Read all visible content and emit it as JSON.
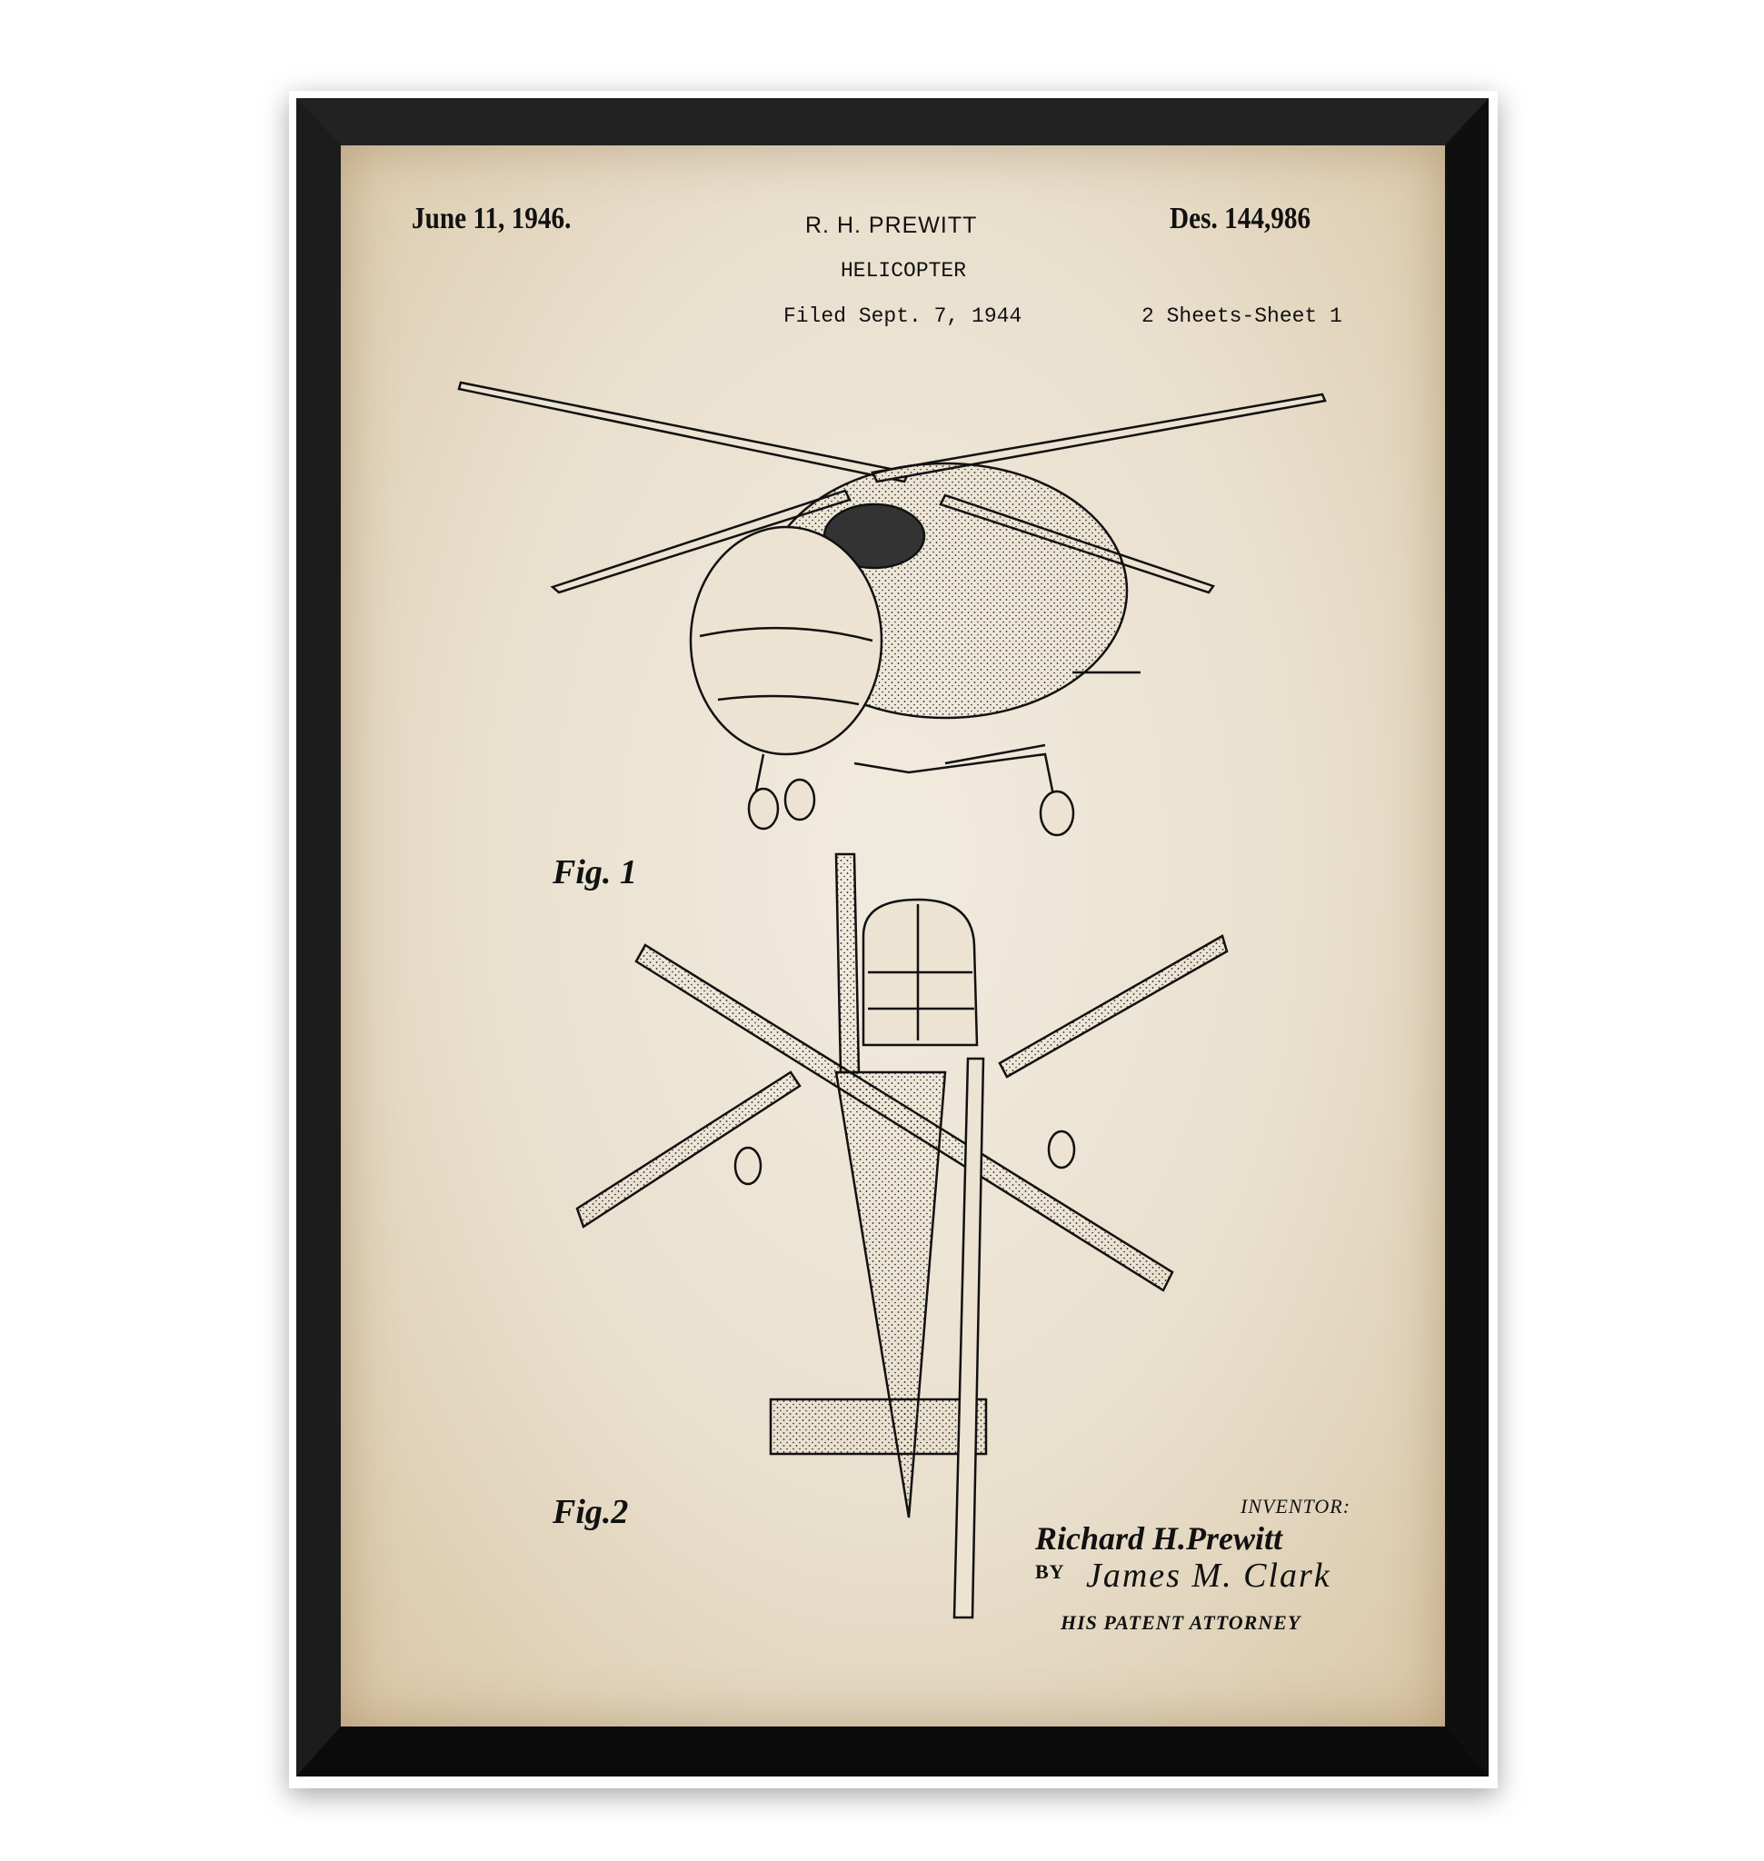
{
  "header": {
    "date": "June 11, 1946.",
    "inventor_short": "R. H. PREWITT",
    "title": "HELICOPTER",
    "filed": "Filed Sept. 7, 1944",
    "patent_number": "Des. 144,986",
    "sheets": "2 Sheets-Sheet 1"
  },
  "figures": {
    "fig1_label": "Fig. 1",
    "fig2_label": "Fig.2"
  },
  "signature_block": {
    "inventor_label": "INVENTOR:",
    "inventor_name": "Richard H.Prewitt",
    "by_label": "BY",
    "attorney_signature": "James M. Clark",
    "attorney_label": "HIS PATENT ATTORNEY"
  },
  "colors": {
    "frame": "#161616",
    "paper": "#ece3d3",
    "ink": "#111111"
  }
}
